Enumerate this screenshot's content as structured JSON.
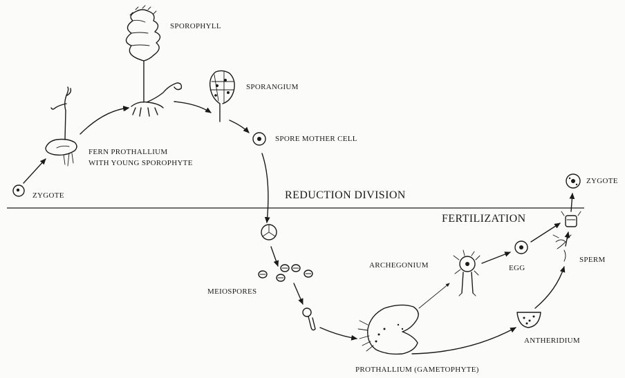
{
  "labels": {
    "sporophyll": "SPOROPHYLL",
    "sporangium": "SPORANGIUM",
    "spore_mother_cell": "SPORE MOTHER CELL",
    "fern_prothallium_line1": "FERN PROTHALLIUM",
    "fern_prothallium_line2": "WITH YOUNG SPOROPHYTE",
    "zygote_left": "ZYGOTE",
    "reduction_division": "REDUCTION DIVISION",
    "fertilization": "FERTILIZATION",
    "zygote_right": "ZYGOTE",
    "archegonium": "ARCHEGONIUM",
    "egg": "EGG",
    "sperm": "SPERM",
    "meiospores": "MEIOSPORES",
    "antheridium": "ANTHERIDIUM",
    "prothallium_gametophyte": "PROTHALLIUM (GAMETOPHYTE)"
  },
  "colors": {
    "ink": "#1a1a1a",
    "paper": "#fbfbf9"
  }
}
